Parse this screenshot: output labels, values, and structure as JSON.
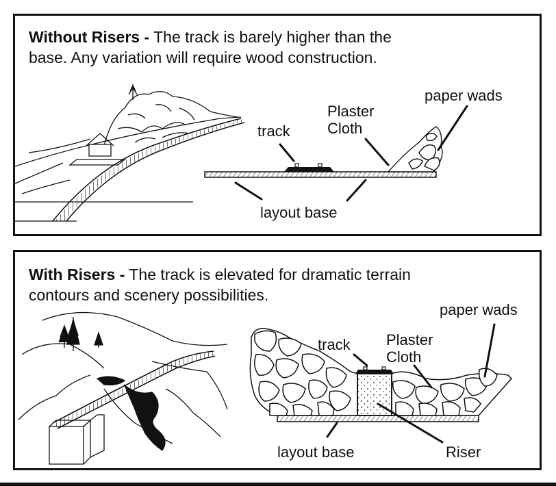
{
  "panels": [
    {
      "heading_bold": "Without Risers -",
      "heading_line1": " The track is barely higher than the",
      "heading_line2": "base. Any variation will require wood construction.",
      "labels": {
        "track": "track",
        "plaster_1": "Plaster",
        "plaster_2": "Cloth",
        "paper_wads": "paper wads",
        "layout_base": "layout base"
      }
    },
    {
      "heading_bold": "With Risers -",
      "heading_line1": " The track is elevated for dramatic terrain",
      "heading_line2": "contours and scenery possibilities.",
      "labels": {
        "track": "track",
        "plaster_1": "Plaster",
        "plaster_2": "Cloth",
        "paper_wads": "paper wads",
        "layout_base": "layout base",
        "riser": "Riser"
      }
    }
  ],
  "colors": {
    "ink": "#111111",
    "background": "#ffffff"
  }
}
